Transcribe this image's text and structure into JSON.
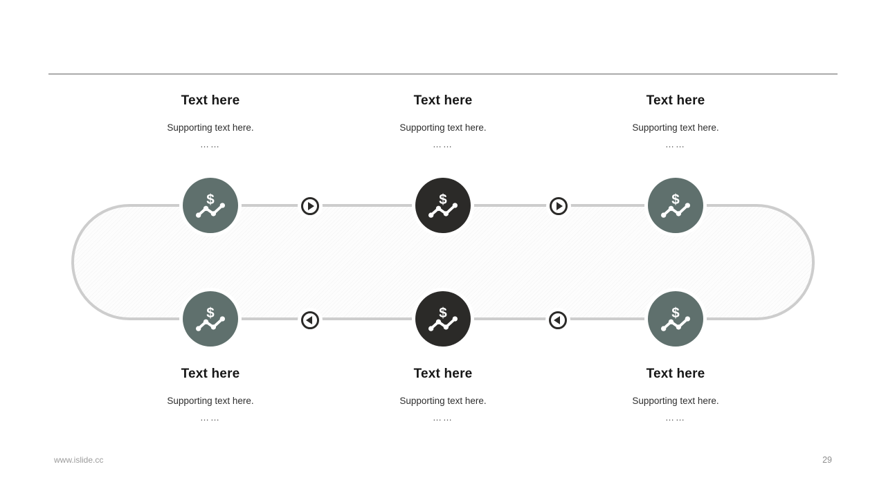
{
  "page": {
    "footer_url": "www.islide.cc",
    "page_number": "29"
  },
  "colors": {
    "sage": "#5f706d",
    "dark": "#2b2a28",
    "track_border": "#cdcdcd",
    "track_fill": "#fdfdfd",
    "divider": "#ababab"
  },
  "items": [
    {
      "title": "Text here",
      "supporting": "Supporting text here.",
      "dots": "……",
      "icon": "dollar-trend-chart",
      "node_color": "sage",
      "row": "top"
    },
    {
      "title": "Text here",
      "supporting": "Supporting text here.",
      "dots": "……",
      "icon": "dollar-trend-chart",
      "node_color": "dark",
      "row": "top"
    },
    {
      "title": "Text here",
      "supporting": "Supporting text here.",
      "dots": "……",
      "icon": "dollar-trend-chart",
      "node_color": "sage",
      "row": "top"
    },
    {
      "title": "Text here",
      "supporting": "Supporting text here.",
      "dots": "……",
      "icon": "dollar-trend-chart",
      "node_color": "sage",
      "row": "bottom"
    },
    {
      "title": "Text here",
      "supporting": "Supporting text here.",
      "dots": "……",
      "icon": "dollar-trend-chart",
      "node_color": "dark",
      "row": "bottom"
    },
    {
      "title": "Text here",
      "supporting": "Supporting text here.",
      "dots": "……",
      "icon": "dollar-trend-chart",
      "node_color": "sage",
      "row": "bottom"
    }
  ],
  "arrows": [
    {
      "direction": "right",
      "row": "top"
    },
    {
      "direction": "right",
      "row": "top"
    },
    {
      "direction": "left",
      "row": "bottom"
    },
    {
      "direction": "left",
      "row": "bottom"
    }
  ]
}
